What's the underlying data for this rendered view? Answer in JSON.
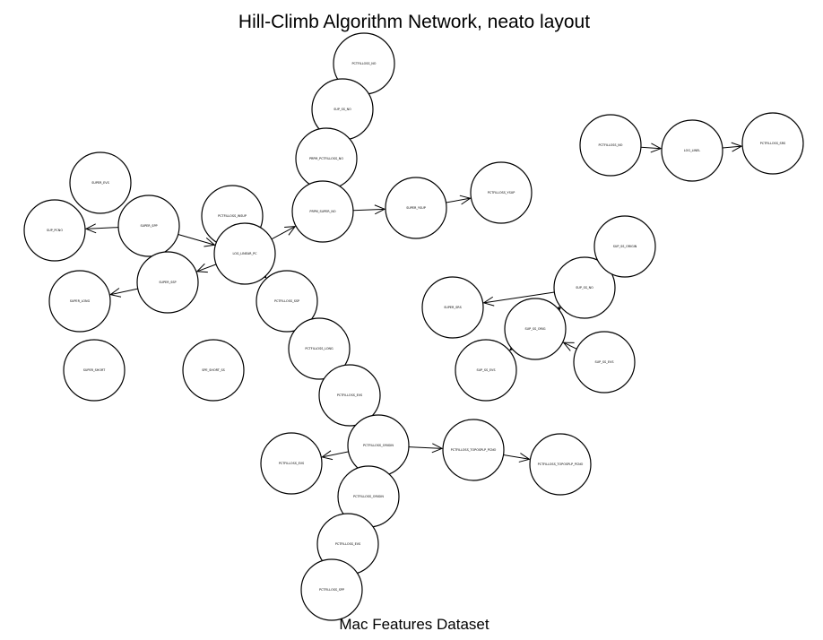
{
  "title": "Hill-Climb Algorithm Network, neato layout",
  "subtitle": "Mac Features Dataset",
  "nodes": [
    {
      "id": "n1",
      "label": "PCTFILLOSS_NO"
    },
    {
      "id": "n2",
      "label": "SUP_SS_NO"
    },
    {
      "id": "n3",
      "label": "PRPM_PCTFILLOSS_NO"
    },
    {
      "id": "n4",
      "label": "PRPM_SUPER_NO"
    },
    {
      "id": "n5",
      "label": "SUPER_YSUP"
    },
    {
      "id": "n6",
      "label": "PCTFILLOSS_YSUP"
    },
    {
      "id": "n7",
      "label": "PCTFILLOSS_NO"
    },
    {
      "id": "n8",
      "label": "LOG_LINEL"
    },
    {
      "id": "n9",
      "label": "PCTFILLOSS_SRS"
    },
    {
      "id": "n10",
      "label": "SUPER_EVS"
    },
    {
      "id": "n11",
      "label": "SUP_PCNO"
    },
    {
      "id": "n12",
      "label": "SUPER_SPP"
    },
    {
      "id": "n13",
      "label": "PCTFILLOSS_WSUP"
    },
    {
      "id": "n14",
      "label": "LOG_LINEAR_PC"
    },
    {
      "id": "n15",
      "label": "SUPER_SSP"
    },
    {
      "id": "n16",
      "label": "SUPER_LONG"
    },
    {
      "id": "n17",
      "label": "PCTFILLOSS_SSP"
    },
    {
      "id": "n18",
      "label": "PCTFILLOSS_LONG"
    },
    {
      "id": "n19",
      "label": "SUPER_SHORT"
    },
    {
      "id": "n20",
      "label": "SPE_SHORT_SS"
    },
    {
      "id": "n21",
      "label": "PCTFILLOSS_EVS"
    },
    {
      "id": "n22",
      "label": "SUPER_SRS"
    },
    {
      "id": "n23",
      "label": "SUP_SS_NO"
    },
    {
      "id": "n24",
      "label": "SUP_SS_ORIGIN"
    },
    {
      "id": "n25",
      "label": "SUP_SS_ORIG"
    },
    {
      "id": "n26",
      "label": "SUP_SS_EVS"
    },
    {
      "id": "n27",
      "label": "SUP_SS_EVS"
    },
    {
      "id": "n28",
      "label": "PCTFILLOSS_ORIGIN"
    },
    {
      "id": "n29",
      "label": "PCTFILLOSS_EVS"
    },
    {
      "id": "n30",
      "label": "PCTFILLOSS_TOPOSPLP_PCNO"
    },
    {
      "id": "n31",
      "label": "PCTFILLOSS_TOPOSPLP_PCNO"
    },
    {
      "id": "n32",
      "label": "PCTFILLOSS_ORIGIN"
    },
    {
      "id": "n33",
      "label": "PCTFILLOSS_EVS"
    },
    {
      "id": "n34",
      "label": "PCTFILLOSS_SPP"
    }
  ],
  "edges": [
    {
      "from": "n2",
      "to": "n1"
    },
    {
      "from": "n3",
      "to": "n2"
    },
    {
      "from": "n4",
      "to": "n3"
    },
    {
      "from": "n4",
      "to": "n5"
    },
    {
      "from": "n5",
      "to": "n6"
    },
    {
      "from": "n7",
      "to": "n8"
    },
    {
      "from": "n8",
      "to": "n9"
    },
    {
      "from": "n12",
      "to": "n11"
    },
    {
      "from": "n12",
      "to": "n14"
    },
    {
      "from": "n14",
      "to": "n13"
    },
    {
      "from": "n14",
      "to": "n15"
    },
    {
      "from": "n14",
      "to": "n4"
    },
    {
      "from": "n14",
      "to": "n17"
    },
    {
      "from": "n15",
      "to": "n16"
    },
    {
      "from": "n17",
      "to": "n18"
    },
    {
      "from": "n18",
      "to": "n21"
    },
    {
      "from": "n21",
      "to": "n28"
    },
    {
      "from": "n28",
      "to": "n29"
    },
    {
      "from": "n28",
      "to": "n30"
    },
    {
      "from": "n28",
      "to": "n32"
    },
    {
      "from": "n30",
      "to": "n31"
    },
    {
      "from": "n32",
      "to": "n33"
    },
    {
      "from": "n33",
      "to": "n34"
    },
    {
      "from": "n25",
      "to": "n23"
    },
    {
      "from": "n23",
      "to": "n22"
    },
    {
      "from": "n25",
      "to": "n24"
    },
    {
      "from": "n25",
      "to": "n26"
    },
    {
      "from": "n27",
      "to": "n25"
    }
  ]
}
